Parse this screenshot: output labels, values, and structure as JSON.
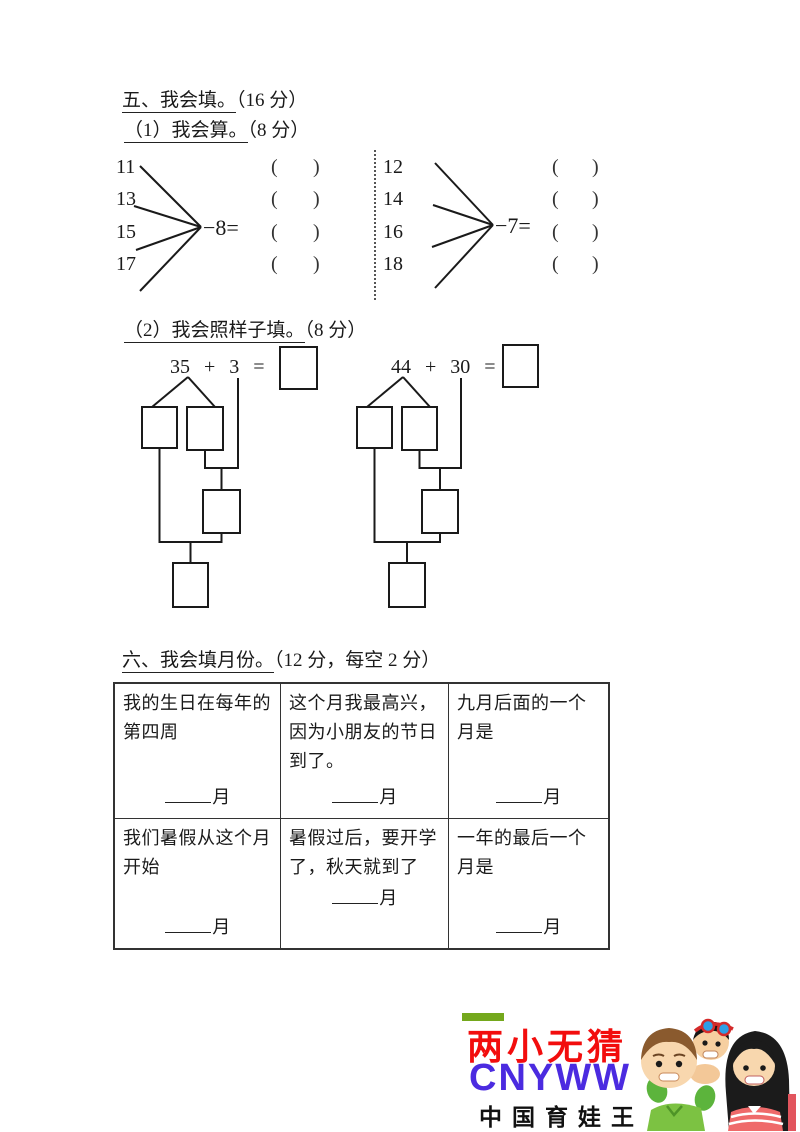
{
  "section5": {
    "title": "五、我会填。",
    "points": "（16 分）",
    "part1": {
      "title": "（1）我会算。",
      "points": "（8 分）",
      "left": {
        "numbers": [
          "11",
          "13",
          "15",
          "17"
        ],
        "operator": "−8="
      },
      "right": {
        "numbers": [
          "12",
          "14",
          "16",
          "18"
        ],
        "operator": "−7="
      },
      "slot": {
        "open": "(",
        "close": ")"
      }
    },
    "part2": {
      "title": "（2）我会照样子填。",
      "points": "（8 分）",
      "left_expr": "35 + 3 =",
      "right_expr": "44 + 30 ="
    }
  },
  "section6": {
    "title": "六、我会填月份。",
    "points": "（12 分，每空 2 分）",
    "cells": [
      {
        "text": "我的生日在每年的第四周",
        "blank": "月"
      },
      {
        "text": "这个月我最高兴，因为小朋友的节日到了。",
        "blank": "月"
      },
      {
        "text": "九月后面的一个月是",
        "blank": "月"
      },
      {
        "text": "我们暑假从这个月开始",
        "blank": "月"
      },
      {
        "text": "暑假过后，要开学了，秋天就到了",
        "blank": "月"
      },
      {
        "text": "一年的最后一个月是",
        "blank": "月"
      }
    ]
  },
  "logo": {
    "line1": "两小无猜",
    "line2": "CNYWW",
    "line3": "中国育娃王",
    "colors": {
      "line1": "#f20d0d",
      "line2": "#4b2be0",
      "line3": "#111111",
      "top_bar": "#74a81c",
      "right_bar": "#e2555e"
    }
  }
}
